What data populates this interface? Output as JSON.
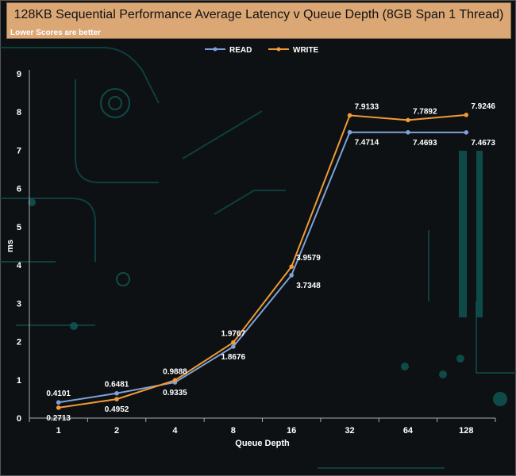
{
  "chart_data": {
    "type": "line",
    "title": "128KB Sequential Performance Average Latency v Queue Depth (8GB Span 1 Thread)",
    "subtitle": "Lower Scores are better",
    "xlabel": "Queue Depth",
    "ylabel": "ms",
    "categories": [
      "1",
      "2",
      "4",
      "8",
      "16",
      "32",
      "64",
      "128"
    ],
    "yticks": [
      "0",
      "1",
      "2",
      "3",
      "4",
      "5",
      "6",
      "7",
      "8",
      "9"
    ],
    "ylim": [
      0,
      9
    ],
    "legend_position": "top-center",
    "series": [
      {
        "name": "READ",
        "color": "#7ea1d8",
        "values": [
          0.4101,
          0.6481,
          0.9335,
          1.8676,
          3.7348,
          7.4714,
          7.4693,
          7.4673
        ],
        "labels": [
          "0.4101",
          "0.6481",
          "0.9335",
          "1.8676",
          "3.7348",
          "7.4714",
          "7.4693",
          "7.4673"
        ]
      },
      {
        "name": "WRITE",
        "color": "#f29a36",
        "values": [
          0.2713,
          0.4952,
          0.9888,
          1.9767,
          3.9579,
          7.9133,
          7.7892,
          7.9246
        ],
        "labels": [
          "0.2713",
          "0.4952",
          "0.9888",
          "1.9767",
          "3.9579",
          "7.9133",
          "7.7892",
          "7.9246"
        ]
      }
    ]
  }
}
